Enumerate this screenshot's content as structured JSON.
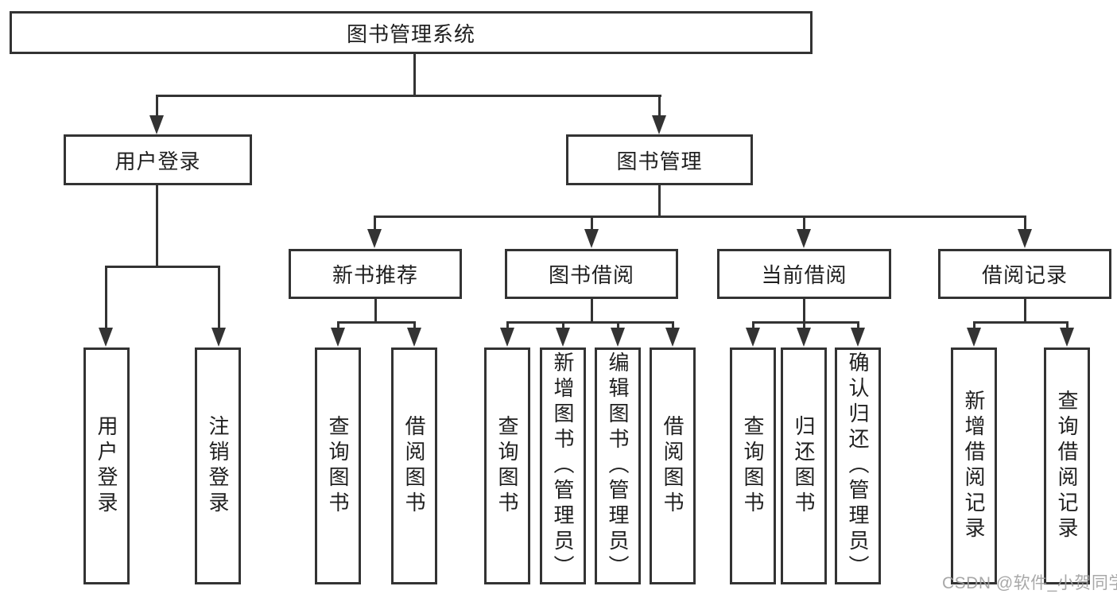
{
  "diagram": {
    "root": "图书管理系统",
    "level2": [
      "用户登录",
      "图书管理"
    ],
    "level3": [
      "新书推荐",
      "图书借阅",
      "当前借阅",
      "借阅记录"
    ],
    "leaves": {
      "user_login": [
        "用户登录",
        "注销登录"
      ],
      "new_book": [
        "查询图书",
        "借阅图书"
      ],
      "book_borrow": [
        "查询图书",
        "新增图书（管理员）",
        "编辑图书（管理员）",
        "借阅图书"
      ],
      "current_borrow": [
        "查询图书",
        "归还图书",
        "确认归还（管理员）"
      ],
      "borrow_records": [
        "新增借阅记录",
        "查询借阅记录"
      ]
    }
  },
  "watermark": "CSDN @软件_小贺同学",
  "colors": {
    "line": "#333333",
    "text": "#1f1f1f",
    "watermark": "#9e9e9e",
    "background": "#ffffff"
  }
}
